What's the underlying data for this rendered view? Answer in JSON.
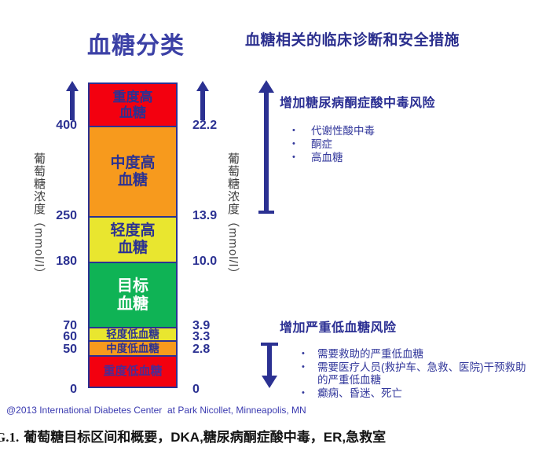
{
  "slide": {
    "title_left": "血糖分类",
    "title_right": "血糖相关的临床诊断和安全措施"
  },
  "chart": {
    "axis_label_left": "葡萄糖浓度（mmol/l）",
    "axis_label_right": "葡萄糖浓度（mmol/l）",
    "left_ticks": [
      "400",
      "250",
      "180",
      "70",
      "60",
      "50",
      "0"
    ],
    "right_ticks": [
      "22.2",
      "13.9",
      "10.0",
      "3.9",
      "3.3",
      "2.8",
      "0"
    ],
    "segments": [
      {
        "label": "重度高\n血糖",
        "color": "#f3000f"
      },
      {
        "label": "中度高\n血糖",
        "color": "#f79a1d"
      },
      {
        "label": "轻度高\n血糖",
        "color": "#e9e62f"
      },
      {
        "label": "目标\n血糖",
        "color": "#0fb355"
      },
      {
        "label": "轻度低血糖",
        "color": "#e9e62f"
      },
      {
        "label": "中度低血糖",
        "color": "#f79a1d"
      },
      {
        "label": "重度低血糖",
        "color": "#f3000f"
      }
    ]
  },
  "dka": {
    "heading": "增加糖尿病酮症酸中毒风险",
    "bullet_char": "•",
    "bullets": [
      "代谢性酸中毒",
      "酮症",
      "高血糖"
    ]
  },
  "hypo": {
    "heading": "增加严重低血糖风险",
    "bullet_char": "•",
    "bullets": [
      "需要救助的严重低血糖",
      "需要医疗人员(救护车、急救、医院)干预救助的严重低血糖",
      "癫痫、昏迷、死亡"
    ]
  },
  "footer": {
    "copyright": "@2013 International Diabetes Center  at Park Nicollet, Minneapolis, MN",
    "caption_prefix": "G.1.",
    "caption_text": "葡萄糖目标区间和概要，DKA,糖尿病酮症酸中毒，ER,急救室"
  },
  "colors": {
    "navy": "#2b3192",
    "title_blue": "#3c41a6",
    "heading_blue": "#2b2f8e",
    "red": "#f3000f",
    "orange": "#f79a1d",
    "yellow": "#e9e62f",
    "green": "#0fb355",
    "target_text": "#ffffff",
    "severe_low_text": "#4c2b93",
    "axis_text": "#3b3b3b",
    "caption_black": "#141414"
  },
  "chart_data": {
    "type": "bar",
    "title": "血糖分类",
    "orientation": "vertical-stacked-scale",
    "axis_left": {
      "label": "葡萄糖浓度（mmol/l）",
      "ticks": [
        400,
        250,
        180,
        70,
        60,
        50,
        0
      ]
    },
    "axis_right": {
      "label": "葡萄糖浓度（mmol/l）",
      "ticks": [
        22.2,
        13.9,
        10.0,
        3.9,
        3.3,
        2.8,
        0
      ]
    },
    "segments": [
      {
        "label": "重度高血糖",
        "left_range": [
          400,
          null
        ],
        "right_range": [
          22.2,
          null
        ],
        "color": "#f3000f"
      },
      {
        "label": "中度高血糖",
        "left_range": [
          250,
          400
        ],
        "right_range": [
          13.9,
          22.2
        ],
        "color": "#f79a1d"
      },
      {
        "label": "轻度高血糖",
        "left_range": [
          180,
          250
        ],
        "right_range": [
          10.0,
          13.9
        ],
        "color": "#e9e62f"
      },
      {
        "label": "目标血糖",
        "left_range": [
          70,
          180
        ],
        "right_range": [
          3.9,
          10.0
        ],
        "color": "#0fb355"
      },
      {
        "label": "轻度低血糖",
        "left_range": [
          60,
          70
        ],
        "right_range": [
          3.3,
          3.9
        ],
        "color": "#e9e62f"
      },
      {
        "label": "中度低血糖",
        "left_range": [
          50,
          60
        ],
        "right_range": [
          2.8,
          3.3
        ],
        "color": "#f79a1d"
      },
      {
        "label": "重度低血糖",
        "left_range": [
          0,
          50
        ],
        "right_range": [
          0,
          2.8
        ],
        "color": "#f3000f"
      }
    ],
    "annotations": [
      {
        "text": "增加糖尿病酮症酸中毒风险",
        "direction": "up",
        "items": [
          "代谢性酸中毒",
          "酮症",
          "高血糖"
        ]
      },
      {
        "text": "增加严重低血糖风险",
        "direction": "down",
        "items": [
          "需要救助的严重低血糖",
          "需要医疗人员(救护车、急救、医院)干预救助的严重低血糖",
          "癫痫、昏迷、死亡"
        ]
      }
    ],
    "legend": "none",
    "grid": false
  }
}
